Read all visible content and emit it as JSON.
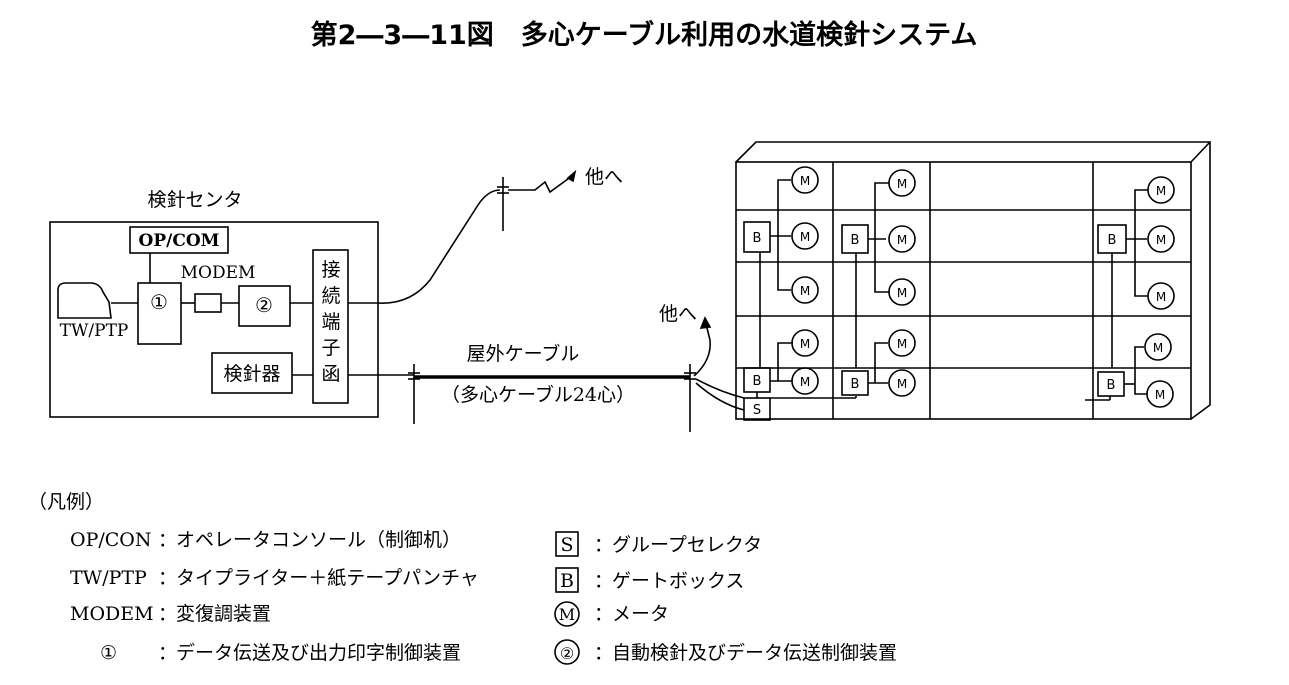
{
  "title": "第2―3―11図　多心ケーブル利用の水道検針システム",
  "center": {
    "label": "検針センタ",
    "opcom": "OP/COM",
    "modem": "MODEM",
    "twptp": "TW/PTP",
    "unit1": "①",
    "unit2": "②",
    "meter_reader": "検針器",
    "junction": "接続端子函"
  },
  "cable": {
    "outdoor": "屋外ケーブル",
    "spec": "（多心ケーブル24心）",
    "to_other_1": "他へ",
    "to_other_2": "他へ"
  },
  "building": {
    "gate_box": "B",
    "meter": "M",
    "selector": "S"
  },
  "legend": {
    "heading": "（凡例）",
    "items": [
      {
        "key": "OP/CON",
        "sep": "：",
        "desc": "オペレータコンソール（制御机）"
      },
      {
        "key": "TW/PTP",
        "sep": "：",
        "desc": "タイプライター＋紙テープパンチャ"
      },
      {
        "key": "MODEM",
        "sep": "：",
        "desc": "変復調装置"
      },
      {
        "key": "①",
        "sep": "：",
        "desc": "データ伝送及び出力印字制御装置"
      },
      {
        "key": "S",
        "sep": "：",
        "desc": "グループセレクタ"
      },
      {
        "key": "B",
        "sep": "：",
        "desc": "ゲートボックス"
      },
      {
        "key": "M",
        "sep": "：",
        "desc": "メータ"
      },
      {
        "key": "②",
        "sep": "：",
        "desc": "自動検針及びデータ伝送制御装置"
      }
    ]
  }
}
